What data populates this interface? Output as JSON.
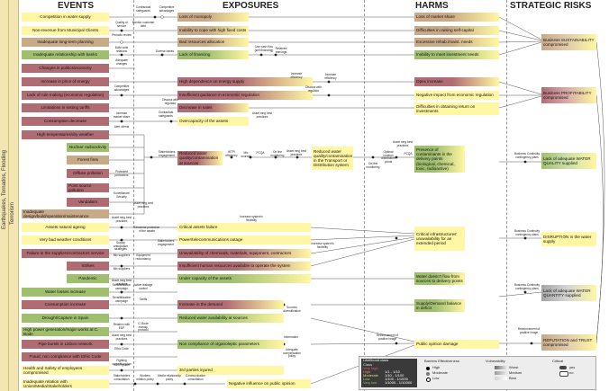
{
  "headers": {
    "events": "EVENTS",
    "exposures": "EXPOSURES",
    "harms": "HARMS",
    "risks": "STRATEGIC RISKS"
  },
  "side": {
    "outer": "Terrorism",
    "inner": "Earthquakes, Tornados, Flooding"
  },
  "colors": {
    "yellow": "#fff7a3",
    "red": "#b06c73",
    "green": "#9fbf6f",
    "tan": "#c8a988"
  },
  "events": [
    "Competition in water supply",
    "Non-revenue from Municipal Clients",
    "Inadequate long-term planning",
    "Inadequate relationship with banks",
    "Changes in politics/economy",
    "Increase in price of energy",
    "Lack of rule making (economic regulation)",
    "Limitations in setting tariffs",
    "Consumption decrease",
    "High temperatures/dry weather",
    "Nuclear radioactivity",
    "Forest fires",
    "Diffuse pollution",
    "Point source pollution",
    "Vandalism",
    "Inadequate design/build/operation/maintenance",
    "Assets natural ageing",
    "Very bad weather conditions",
    "Failure in the suppliers/contractors service",
    "Strikes",
    "Pandemic",
    "Water losses increase",
    "Consumption increase",
    "Drought/Capture in Spain",
    "High power generation/major works at C. Bode",
    "Pipe bursts in Lisbon network",
    "Fraud, non compliance with Ethic Code",
    "Health and Safety of employees compromised",
    "Inadequate relation with Union/Media/Stakeholders"
  ],
  "exposures": [
    "Loss of monopoly",
    "Inability to cope with high fixed costs",
    "Bad resources allocation",
    "Lack of financing",
    "High dependence on energy supply",
    "Insufficient guidance in economic regulation",
    "Decrease in sales",
    "Overcapacity of the assets",
    "Reduced water quality/contamination at sources",
    "Reduced water quality/contamination in the Transport or Distribution system",
    "Critical assets failure",
    "Power/telecommunications outage",
    "Unavailability of chemicals, materials, equipment, contractors",
    "Insufficient human resources available to operate the system",
    "Under capacity of the assets",
    "Increase in the demand",
    "Reduced water availability at sources",
    "Non compliance of organoleptic parameters",
    "3rd parties injured",
    "Negative influence on public opinion"
  ],
  "harms": [
    "Loss of market share",
    "Difficulties in raising self-capital",
    "Excessive rehab./maint. needs",
    "Inability to meet investment needs",
    "Opex increase",
    "Negative impact from economic regulation",
    "Difficulties in obtaining return on investments",
    "Presence of contaminants in the delivery points (biological, chemical, toxic, radioactive)",
    "Critical infrastructures' unavailability for an extended period",
    "Water doesn't flow from sources to delivery points",
    "Supply/Demand balance in deficit",
    "Public opinion damage"
  ],
  "risks": [
    "Business SUSTAINABILITY compromised",
    "Business PROFITABILITY compromised",
    "Lack of adequate WATER QUALITY supplied",
    "DISRUPTION in the water supply",
    "Lack of adequate WATER QUANTITY supplied",
    "REPUTATION and TRUST compromised"
  ],
  "barriers": {
    "b1": "Contractual safeguards",
    "b2": "Competitive advantages",
    "b3": "Quality of service",
    "b4": "Monitor customer debt",
    "b5": "Periodic review",
    "b6": "Build solid relations",
    "b7": "Use cash flow (self financing)",
    "b8": "Retained earnings",
    "b9": "Adequate changes",
    "b10": "Diverse banks",
    "b11": "Increase efficiency",
    "b12": "Competitive advantages",
    "b13": "Discuss with regulator",
    "b14": "Discuss with regulator",
    "b15": "Increase efficiency",
    "b16": "Increase market share",
    "b17": "Contractual safeguards",
    "b18": "Asset mng best practices",
    "b19": "Alert clients",
    "b20": "Stakeholders engagement",
    "b21": "WTP/ efficiency",
    "b22": "Mix sources",
    "b23": "PCQA",
    "b24": "On line monitoring",
    "b25": "Asset mng best practices",
    "b26": "On-line monitoring",
    "b27": "Optimal location distribution points",
    "b28": "PCQA",
    "b29": "Asset mng best practices",
    "b30": "Protected perimeters",
    "b31": "Surveillance/ Security",
    "b32": "Asset mng best practices",
    "b33": "Asset mng best practices",
    "b34": "Increase system's flexibility",
    "b35": "Structural protection of the assets",
    "b36": "Stakeholders engagement",
    "b37": "Supply anticipation strategies",
    "b38": "Mix suppliers",
    "b39": "Equipment redundancy",
    "b40": "Increase system's flexibility",
    "b41": "Mix suppliers",
    "b42": "Asset mng best practices",
    "b43": "Sensibilization campaign",
    "b44": "Active leakage control",
    "b45": "Sensibilization campaign",
    "b46": "Tariffs",
    "b47": "Sources diversification",
    "b48": "Relation with EDP",
    "b49": "C. Bode manag. protocol",
    "b50": "Asset mng best practices",
    "b51": "Information",
    "b52": "Adequate compensation policy",
    "b53": "Ethic Code",
    "b54": "Fighting corruption plan",
    "b55": "H&S System",
    "b56": "Stakeholders consultation",
    "b57": "Workers relation policy",
    "b58": "Media relationship policy",
    "b59": "Communication consultation",
    "b60": "Reinforcement of positive image",
    "b61": "Reinforcement of positive image",
    "bc1": "Business Continuity contingency plans",
    "bc2": "Business Continuity contingency plans",
    "bc3": "Business Continuity contingency plans"
  },
  "legend": {
    "title": "Likelihood class",
    "t0": "Class",
    "t1": "Very high",
    "t2": "High",
    "t3": "Moderate",
    "t4": "Low",
    "t5": "Very low",
    "f1": "1/1 - 1/10",
    "f2": "1/10 - 1/100",
    "f3": "1/100 - 1/1000",
    "f4": "1/1000 - 1/10000",
    "barriers": "Barriers Effectiveness",
    "bh": "High",
    "bm": "Moderate",
    "bl": "Low",
    "vul": "Vulnerability",
    "v1": "Worst",
    "v2": "Medium",
    "v3": "Best",
    "crit": "Critical",
    "cy": "yes",
    "cn": "no"
  }
}
